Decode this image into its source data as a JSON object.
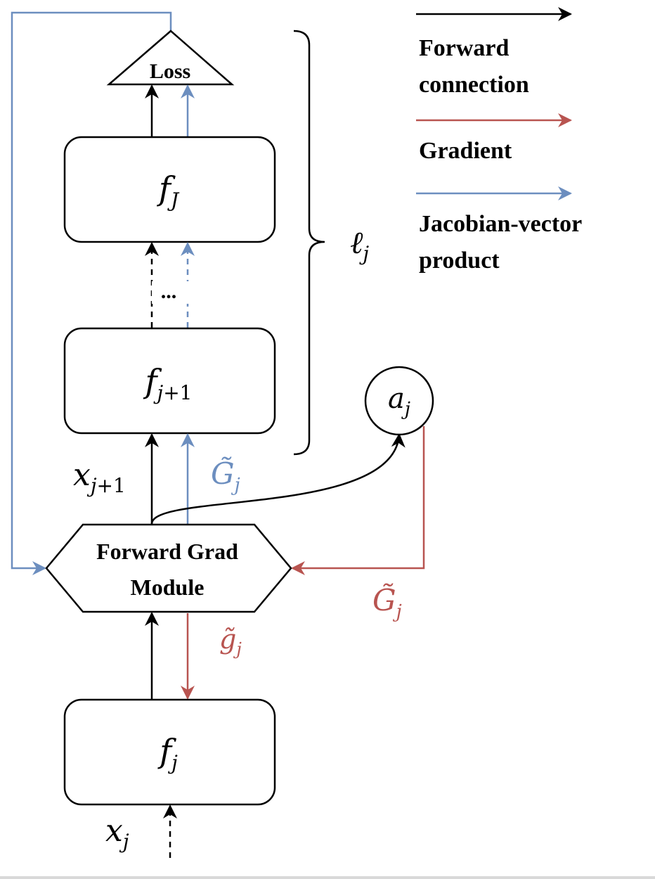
{
  "colors": {
    "forward": "#000000",
    "gradient": "#b85450",
    "jvp": "#6c8ebf",
    "background": "#ffffff"
  },
  "legend": {
    "forward_line1": "Forward",
    "forward_line2": "connection",
    "gradient": "Gradient",
    "jvp_line1": "Jacobian-vector",
    "jvp_line2": "product"
  },
  "nodes": {
    "loss": "Loss",
    "module_line1": "Forward Grad",
    "module_line2": "Module",
    "ellipsis": "...",
    "f_J": {
      "base": "f",
      "sub": "J"
    },
    "f_j1": {
      "base": "f",
      "sub": "j",
      "sub_rest": "+1"
    },
    "f_j": {
      "base": "f",
      "sub": "j"
    },
    "a_j": {
      "base": "a",
      "sub": "j"
    }
  },
  "labels": {
    "ell_j": {
      "base": "ℓ",
      "sub": "j"
    },
    "x_j1": {
      "base": "x",
      "sub": "j",
      "sub_rest": "+1"
    },
    "x_j": {
      "base": "x",
      "sub": "j"
    },
    "G_tilde_jvp": {
      "base": "G̃",
      "sub": "j"
    },
    "G_tilde_grad": {
      "base": "G̃",
      "sub": "j"
    },
    "g_tilde": {
      "base": "g̃",
      "sub": "j"
    }
  }
}
